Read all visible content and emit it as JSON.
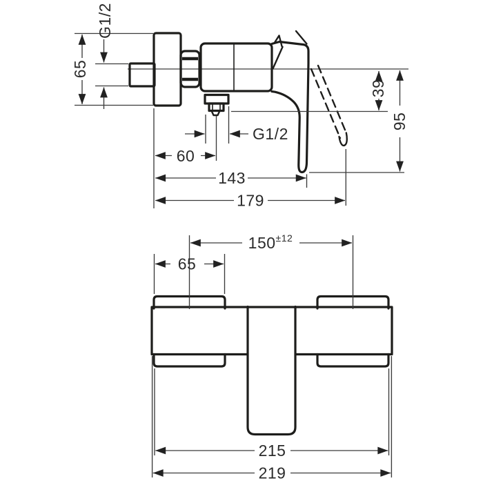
{
  "document": {
    "type": "technical-dimension-drawing",
    "subject": "wall-mounted single-lever shower mixer, side elevation and front elevation"
  },
  "colors": {
    "background": "#ffffff",
    "outline": "#1d1d1b",
    "dimension_lines": "#3a3a3a",
    "dimension_text": "#2b2b2b"
  },
  "side_view": {
    "labels": {
      "inlet_thread": "G1/2",
      "escutcheon_height": "65",
      "center_to_outlet_face": "39",
      "center_to_handle_end": "95",
      "outlet_thread": "G1/2",
      "wall_to_outlet_center": "60",
      "projection_closed": "143",
      "projection_open": "179"
    }
  },
  "front_view": {
    "labels": {
      "connection_centers": "150",
      "connection_centers_tolerance": "±12",
      "escutcheon_width": "65",
      "escutcheon_outer_span": "215",
      "overall_width": "219"
    }
  }
}
